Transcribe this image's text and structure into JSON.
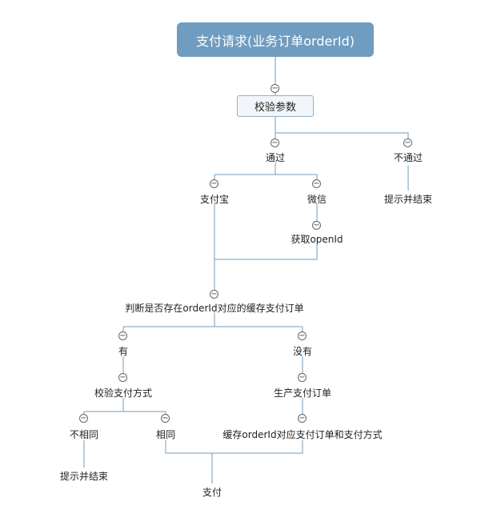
{
  "root": "支付请求(业务订单orderId)",
  "validate_params": "校验参数",
  "pass": "通过",
  "fail": "不通过",
  "fail_result": "提示并结束",
  "alipay": "支付宝",
  "wechat": "微信",
  "get_openid": "获取openId",
  "check_cache": "判断是否存在orderId对应的缓存支付订单",
  "has": "有",
  "none": "没有",
  "validate_method": "校验支付方式",
  "create_order": "生产支付订单",
  "not_same": "不相同",
  "same": "相同",
  "cache_order": "缓存orderId对应支付订单和支付方式",
  "not_same_result": "提示并结束",
  "pay": "支付",
  "colors": {
    "root_bg": "#6f9cbf",
    "line": "#6f9cbf",
    "box_bg": "#f2f5f9"
  }
}
